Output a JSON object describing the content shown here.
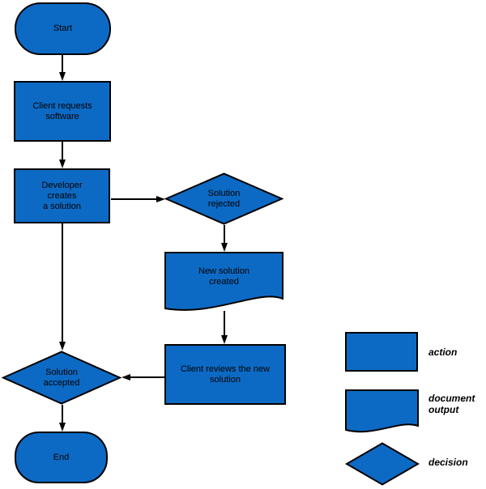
{
  "colors": {
    "background": "#ffffff",
    "shape_fill": "#0d6ac4",
    "shape_stroke": "#000000",
    "connector": "#000000",
    "label_text": "#000000"
  },
  "flowchart": {
    "nodes": {
      "start": {
        "label": "Start",
        "shape": "terminator"
      },
      "client_requests": {
        "label": "Client requests\nsoftware",
        "shape": "action"
      },
      "developer_creates": {
        "label": "Developer\ncreates\na solution",
        "shape": "action"
      },
      "solution_rejected": {
        "label": "Solution\nrejected",
        "shape": "decision"
      },
      "new_solution_created": {
        "label": "New solution\ncreated",
        "shape": "document"
      },
      "client_reviews": {
        "label": "Client reviews the new\nsolution",
        "shape": "action"
      },
      "solution_accepted": {
        "label": "Solution\naccepted",
        "shape": "decision"
      },
      "end": {
        "label": "End",
        "shape": "terminator"
      }
    }
  },
  "legend": {
    "items": [
      {
        "shape": "action",
        "label": "action"
      },
      {
        "shape": "document",
        "label": "document\noutput"
      },
      {
        "shape": "decision",
        "label": "decision"
      }
    ]
  }
}
